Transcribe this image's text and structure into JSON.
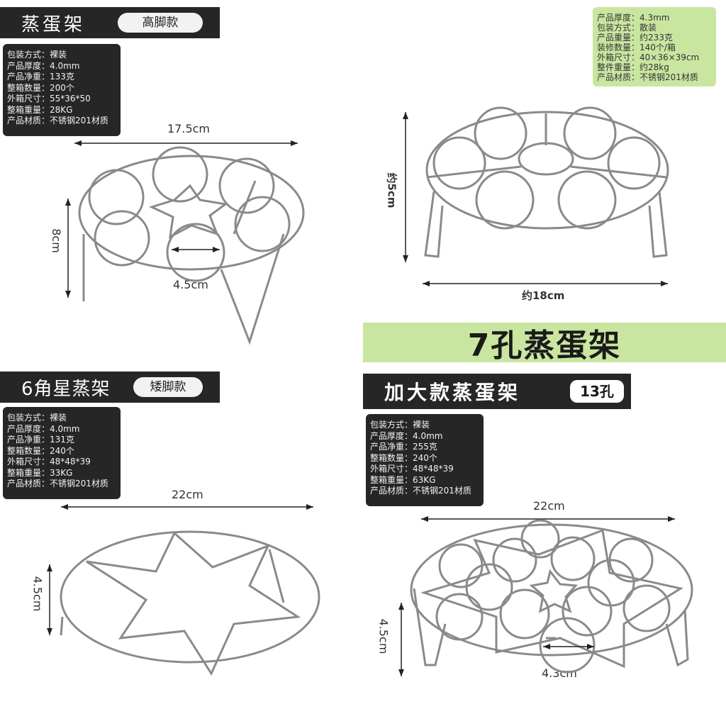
{
  "q1": {
    "title": "蒸蛋架",
    "pill": "高脚款",
    "specs": [
      "包装方式：裸装",
      "产品厚度：4.0mm",
      "产品净重：133克",
      "整箱数量：200个",
      "外箱尺寸：55*36*50",
      "整箱重量：28KG",
      "产品材质：不锈钢201材质"
    ],
    "dim_width": "17.5cm",
    "dim_height": "8cm",
    "dim_hole": "4.5cm"
  },
  "q2": {
    "specs": [
      "产品厚度：4.3mm",
      "包装方式：散装",
      "产品重量：约233克",
      "装修数量：140个/箱",
      "外箱尺寸：40×36×39cm",
      "整件重量：约28kg",
      "产品材质：不锈钢201材质"
    ],
    "dim_height": "约5cm",
    "dim_width": "约18cm",
    "banner": "7孔蒸蛋架"
  },
  "q3": {
    "title": "6角星蒸架",
    "pill": "矮脚款",
    "specs": [
      "包装方式：裸装",
      "产品厚度：4.0mm",
      "产品净重：131克",
      "整箱数量：240个",
      "外箱尺寸：48*48*39",
      "整箱重量：33KG",
      "产品材质：不锈钢201材质"
    ],
    "dim_width": "22cm",
    "dim_height": "4.5cm"
  },
  "q4": {
    "title": "加大款蒸蛋架",
    "badge": "13孔",
    "specs": [
      "包装方式：裸装",
      "产品厚度：4.0mm",
      "产品净重：255克",
      "整箱数量：240个",
      "外箱尺寸：48*48*39",
      "整箱重量：63KG",
      "产品材质：不锈钢201材质"
    ],
    "dim_width": "22cm",
    "dim_height": "4.5cm",
    "dim_hole": "4.3cm"
  },
  "colors": {
    "dark": "#262626",
    "green": "#c9e6a1",
    "wire": "#8a8a8a"
  }
}
